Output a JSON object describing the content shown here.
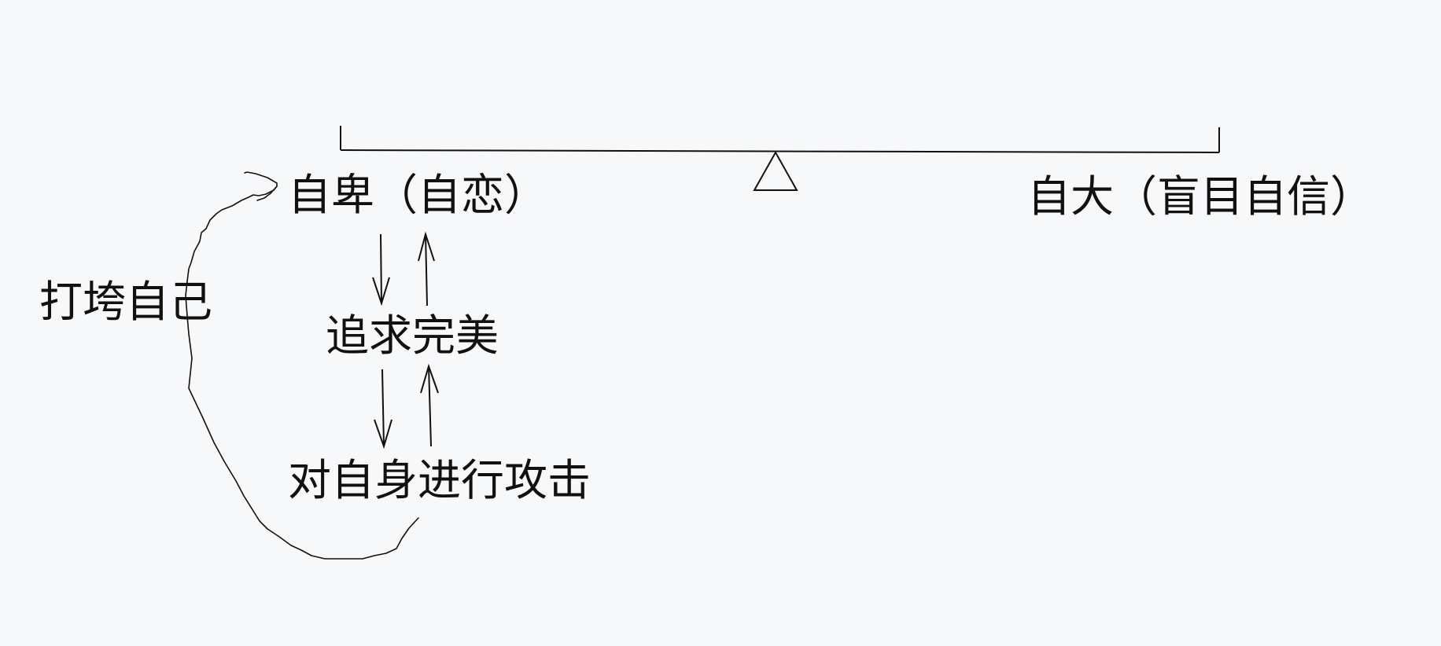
{
  "diagram": {
    "left_label": "自卑（自恋）",
    "right_label": "自大（盲目自信）",
    "middle_label": "追求完美",
    "bottom_label": "对自身进行攻击",
    "loop_label": "打垮自己"
  },
  "colors": {
    "background": "#f7f8fa",
    "ink": "#111111"
  }
}
